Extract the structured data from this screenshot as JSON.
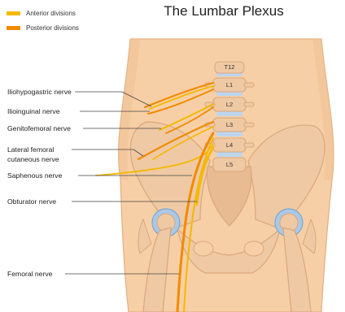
{
  "title": "The Lumbar Plexus",
  "legend": [
    {
      "label": "Anterior divisions",
      "color": "#f5b800"
    },
    {
      "label": "Posterior divisions",
      "color": "#f28a00"
    }
  ],
  "nerves": [
    "Iliohypogastric nerve",
    "Ilioinguinal nerve",
    "Genitofemoral nerve",
    "Lateral femoral",
    "cutaneous nerve",
    "Saphenous nerve",
    "Obturator nerve",
    "Femoral nerve"
  ],
  "vertebrae": [
    "T12",
    "L1",
    "L2",
    "L3",
    "L4",
    "L5"
  ],
  "colors": {
    "skin": "#f7cfa6",
    "skin_outline": "#e3ad7e",
    "bone": "#efc9a4",
    "bone_shade": "#d9a77d",
    "cartilage": "#a9c9e6",
    "disc": "#bcd6ee"
  }
}
